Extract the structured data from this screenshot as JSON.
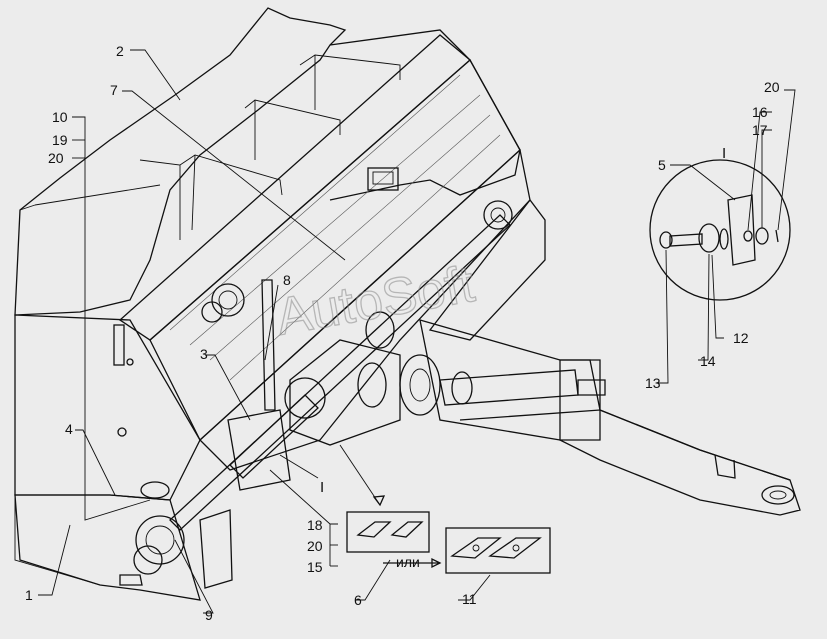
{
  "diagram": {
    "watermark": "AutoSoft",
    "detail_marker": "I",
    "detail_title": "I",
    "or_label": "или",
    "callouts": {
      "c1": "1",
      "c2": "2",
      "c3": "3",
      "c4": "4",
      "c5": "5",
      "c6": "6",
      "c7": "7",
      "c8": "8",
      "c9": "9",
      "c10": "10",
      "c11": "11",
      "c12": "12",
      "c13": "13",
      "c14": "14",
      "c15": "15",
      "c16": "16",
      "c17": "17",
      "c18": "18",
      "c19": "19",
      "c20a": "20",
      "c20b": "20",
      "c20c": "20"
    }
  }
}
